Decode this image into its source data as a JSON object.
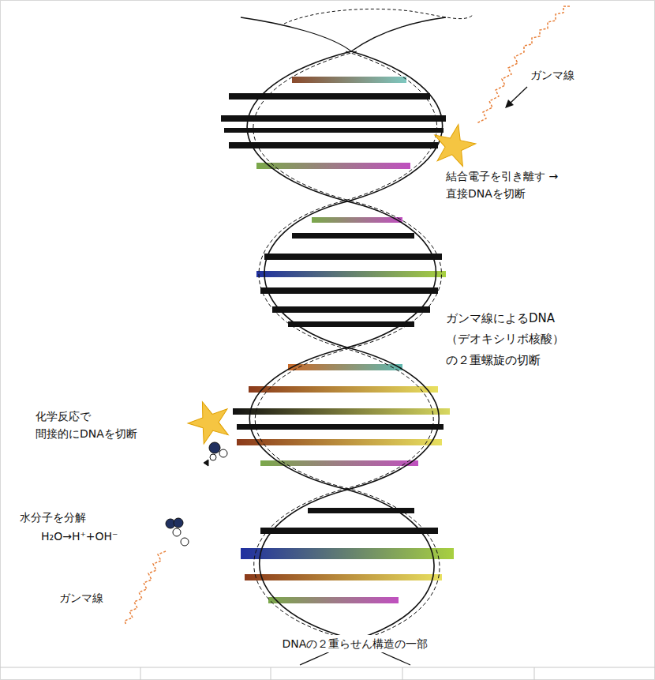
{
  "diagram": {
    "labels": [
      "ガンマ線",
      "結合電子を引き離す →直接DNAを切断",
      "ガンマ線によるDNA （デオキシリボ核酸） の２重螺旋の切断",
      "化学反応で 間接的にDNAを切断",
      "水分子を分解",
      "H₂O→H⁺+OH⁻",
      "ガンマ線",
      "DNAの２重らせん構造の一部"
    ]
  }
}
